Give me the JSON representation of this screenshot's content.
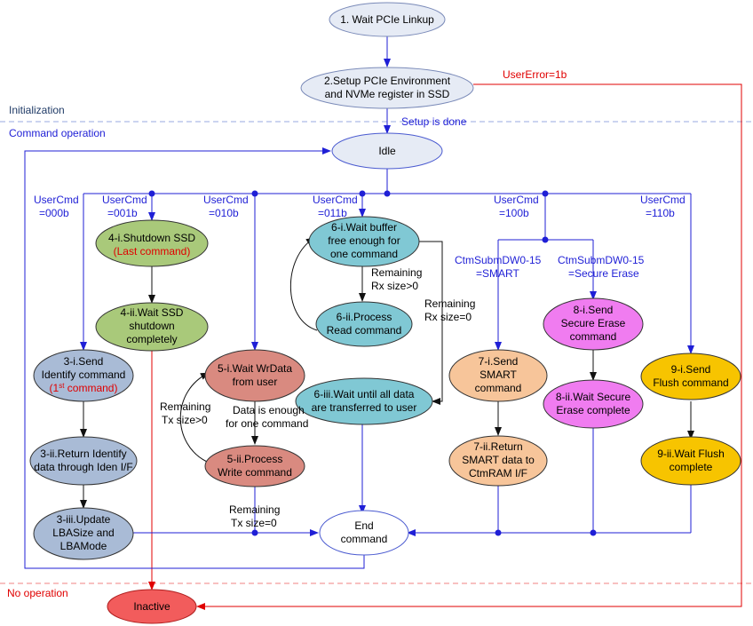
{
  "sections": {
    "initialization": "Initialization",
    "command_operation": "Command operation",
    "no_operation": "No operation"
  },
  "nodes": {
    "wait_linkup": "1. Wait PCIe Linkup",
    "setup_env": [
      "2.Setup PCIe Environment",
      "and NVMe register in SSD"
    ],
    "idle": "Idle",
    "shutdown": [
      "4-i.Shutdown SSD",
      "(Last command)"
    ],
    "wait_shutdown": [
      "4-ii.Wait SSD",
      "shutdown",
      "completely"
    ],
    "identify_send": [
      "3-i.Send",
      "Identify command",
      "(1",
      "st",
      " command)"
    ],
    "identify_return": [
      "3-ii.Return Identify",
      "data through Iden I/F"
    ],
    "identify_update": [
      "3-iii.Update",
      "LBASize and",
      "LBAMode"
    ],
    "wait_wrdata": [
      "5-i.Wait WrData",
      "from user"
    ],
    "process_write": [
      "5-ii.Process",
      "Write command"
    ],
    "wait_buffer": [
      "6-i.Wait buffer",
      "free enough for",
      "one command"
    ],
    "process_read": [
      "6-ii.Process",
      "Read command"
    ],
    "wait_transfer": [
      "6-iii.Wait until all data",
      "are transferred to user"
    ],
    "smart_send": [
      "7-i.Send",
      "SMART",
      "command"
    ],
    "smart_return": [
      "7-ii.Return",
      "SMART data to",
      "CtmRAM I/F"
    ],
    "erase_send": [
      "8-i.Send",
      "Secure Erase",
      "command"
    ],
    "erase_wait": [
      "8-ii.Wait Secure",
      "Erase complete"
    ],
    "flush_send": [
      "9-i.Send",
      "Flush command"
    ],
    "flush_wait": [
      "9-ii.Wait Flush",
      "complete"
    ],
    "end": [
      "End",
      "command"
    ],
    "inactive": "Inactive"
  },
  "labels": {
    "user_error": "UserError=1b",
    "setup_done": "Setup is done",
    "cmd_000": [
      "UserCmd",
      "=000b"
    ],
    "cmd_001": [
      "UserCmd",
      "=001b"
    ],
    "cmd_010": [
      "UserCmd",
      "=010b"
    ],
    "cmd_011": [
      "UserCmd",
      "=011b"
    ],
    "cmd_100": [
      "UserCmd",
      "=100b"
    ],
    "cmd_110": [
      "UserCmd",
      "=110b"
    ],
    "smart_sel": [
      "CtmSubmDW0-15",
      "=SMART"
    ],
    "erase_sel": [
      "CtmSubmDW0-15",
      "=Secure Erase"
    ],
    "rx_gt0": [
      "Remaining",
      "Rx size>0"
    ],
    "rx_eq0": [
      "Remaining",
      "Rx size=0"
    ],
    "tx_gt0": [
      "Remaining",
      "Tx size>0"
    ],
    "tx_eq0": [
      "Remaining",
      "Tx size=0"
    ],
    "data_enough": [
      "Data is enough",
      "for one command"
    ]
  },
  "colors": {
    "flow_line": "#1f1fd6",
    "error_line": "#e00000",
    "divider": "#9aa8e0",
    "error_divider": "#f08080",
    "init_fill": "#e6ebf5",
    "shutdown_fill": "#a9c97a",
    "identify_fill": "#a9bbd6",
    "write_fill": "#d98a80",
    "read_fill": "#80c8d4",
    "smart_fill": "#f7c59a",
    "erase_fill": "#f07cf0",
    "flush_fill": "#f7c400",
    "inactive_fill": "#f25c5c"
  }
}
